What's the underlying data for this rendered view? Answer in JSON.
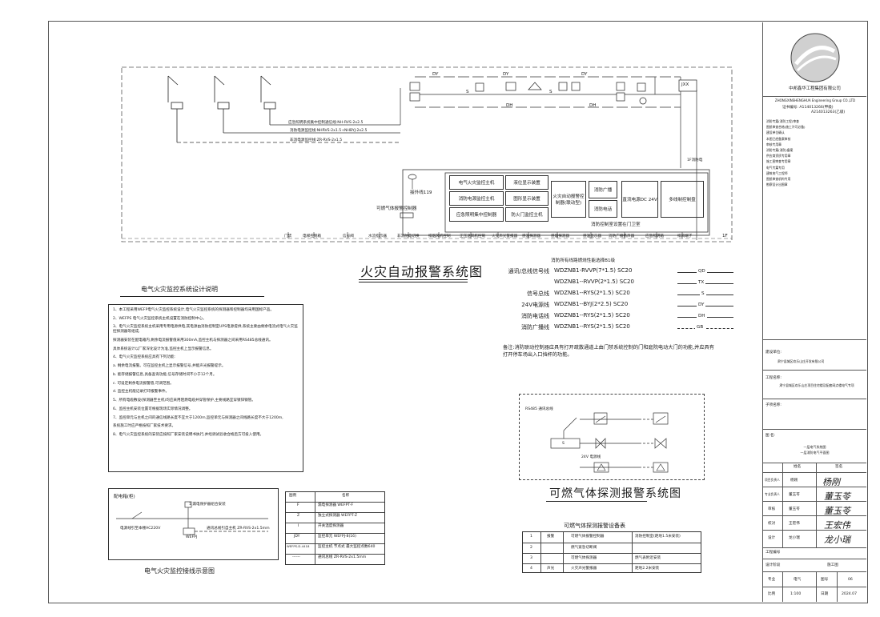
{
  "main_title": "火灾自动报警系统图",
  "gas_title": "可燃气体探测报警系统图",
  "gas_table_title": "可燃气体探测报警设备表",
  "wiring_title": "电气火灾监控接线示意图",
  "design_title": "电气火灾监控系统设计说明",
  "cable_table_title": "消防所有线路燃烧性能选择B1级",
  "note": "备注:消防联动控制器应具有打开疏散通道上由门禁系统控制的门和庭院电动大门的功能,并应具有打开停车场出入口挡杆的功能。",
  "feeders": {
    "nh": "应急照明系统集中控制通信线:NH-RVS-2x2.5",
    "fire": "消防电源监控线:NHRVS-2x1.5+NHBYJ-2x2.5",
    "non": "非消电源监控线:ZR-RVS-2x1.5"
  },
  "bus_labels": {
    "dy": "DY",
    "dh": "DH",
    "s": "S",
    "jxx": "JXX",
    "f1": "1F",
    "f1b": "1F消防电"
  },
  "control_room": {
    "caption": "消防控制室设置在门卫室",
    "phone": "接外线119",
    "gas_ctrl": "可燃气体报警控制器",
    "items": [
      "电气火灾监控主机",
      "消防电源监控主机",
      "应急照明集中控制器",
      "液位显示装置",
      "图形显示装置",
      "防火门监控主机"
    ],
    "linkage": "火灾自动报警控制器(联动型)",
    "broadcast": "消防广播",
    "tel": "消防电话",
    "power": "直流电源DC 24V",
    "multi": "多线制控制盘"
  },
  "bottom_legend": [
    "门禁",
    "电梯控制箱",
    "信号阀",
    "水流指示器",
    "非消防电切换",
    "排烟风机控制",
    "正压送风机控制",
    "火灾声光警报器",
    "感温探测器",
    "感烟探测器",
    "感温显示器",
    "消防广播扬声器",
    "应急照明箱",
    "排风端子"
  ],
  "cables": [
    {
      "label": "通讯/总线信号线",
      "spec": "WDZNB1-RVVP(7*1.5) SC20",
      "code": "QD"
    },
    {
      "label": "",
      "spec": "WDZNB1--RVVP(2*1.5) SC20",
      "code": "TX"
    },
    {
      "label": "信号总线",
      "spec": "WDZNB1--RYS(2*1.5) SC20",
      "code": "S"
    },
    {
      "label": "24V电源线",
      "spec": "WDZNB1--BYJ(2*2.5) SC20",
      "code": "DY"
    },
    {
      "label": "消防电话线",
      "spec": "WDZNB1--RYS(2*1.5) SC20",
      "code": "DH"
    },
    {
      "label": "消防广播线",
      "spec": "WDZNB1--RYS(2*1.5) SC20",
      "code": "GB"
    }
  ],
  "design_notes": [
    "1、本工程采用WEFP电气火灾监控系统设计,电气火灾监控系统的探测器和控制器均采用国标产品。",
    "2、WEFPS 电气火灾监控系统主机设置在消防控制中心。",
    "3、电气火灾监控系统主机采用专用电源供电,其电源由消防控制室UPS电源提供,系统主要由剩余电流式电气火灾监控探测器等组成,",
    "   探测器安装在配电箱内,剩余电流报警值采用300mA,监控主机与探测器之间采用RS485总线通讯。",
    "   具体系统设计以厂家深化设计为准,监控主机上显示报警信息。",
    "4、电气火灾监控系统应具有下列功能:",
    "   a. 剩余电流报警。可在监控主机上显示报警信号,并能声光报警提示。",
    "   b. 能存储报警信息,具备查询功能,信号存储时间不小于12个月。",
    "   c. 可设定剩余电流报警值,可调范围。",
    "   d. 监控主机能记录打印报警事件。",
    "5、所有电缆敷设(探测器至主机)均应采用阻燃电缆并穿管保护,主要线路宜穿镀锌钢管。",
    "6、监控主机安装位置可根据现场实际情况调整。",
    "7、监控单元与主机之间的通信线路长度不宜大于1200m,监控单元与探测器之间线路长度不大于1200m,",
    "   系统施工时应严格按照厂家技术要求。",
    "8、电气火灾监控系统的安装应按照厂家安装说明书执行,并经调试验收合格后方可投入使用。"
  ],
  "wiring": {
    "legend": "配电箱(柜)",
    "k1": "1 漏电保护器组合安装",
    "supply": "电源线引至本楼AC220V",
    "bus": "通讯总线引自主机 ZR-RVS-2x1.5mm",
    "dev": "WEFPJ"
  },
  "legend_table": {
    "h1": "图例",
    "h2": "名称",
    "rows": [
      {
        "sym": "F",
        "name": "漏电探测器 WEFPT-F"
      },
      {
        "sym": "Z",
        "name": "独立式探测器 WEFPT-Z"
      },
      {
        "sym": "I",
        "name": "开关温度探测器"
      },
      {
        "sym": "JDY",
        "name": "监控单元 WEFPJ-8(16)"
      },
      {
        "sym": "WEFPS-D-4418",
        "name": "监控主机 节点式 最大监控点数640"
      },
      {
        "sym": "------",
        "name": "通讯总线 ZR-RVS-2x1.5mm"
      }
    ]
  },
  "gas_diagram": {
    "rs485": "RS485 通讯总线",
    "v24": "24V 电源线",
    "s": "S"
  },
  "gas_table": [
    {
      "no": "1",
      "sym": "报警",
      "name": "可燃气体报警控制器",
      "note": "消防控制室(距地1.5米安装)"
    },
    {
      "no": "2",
      "sym": "",
      "name": "燃气紧急切断阀",
      "note": ""
    },
    {
      "no": "3",
      "sym": "",
      "name": "可燃气体探测器",
      "note": "燃气表附近安装"
    },
    {
      "no": "4",
      "sym": "声光",
      "name": "火灾声光警报器",
      "note": "距地2.2米安装"
    }
  ],
  "title_block": {
    "company_cn": "中邦鑫华工程集团有限公司",
    "company_en": "ZHONGXINSHENGHUA Engineering Group CO.,LTD",
    "cert1": "证书编号: A114013266(甲级)",
    "cert2": "A214013263(乙级)",
    "seals": [
      "消防专篇(消防工程)审查",
      "图纸审查合格(施工许可必备)",
      "建设单位确认",
      "本图已经备案审核",
      "审核专用章",
      "消防专篇(消防)备案",
      "供应商资质专用章",
      "施工图审查专用章",
      "电气专篇专用",
      "建筑电气工程师",
      "图纸审查机构专用",
      "勘察设计出图章"
    ],
    "client_label": "建设单位:",
    "client": "肃宁县城区欢乐山庄开发有限公司",
    "project_label": "工程名称:",
    "project": "肃宁县城区欢乐山庄项目住宅楼及配套网点楼电气专项",
    "sub_label": "子项名称:",
    "drawing_label": "图 名:",
    "drawing1": "一层电气系统图",
    "drawing2": "一层消防电气平面图",
    "h_name": "姓名",
    "h_sign": "签名",
    "roles": [
      "项目负责人",
      "专业负责人",
      "审核",
      "校对",
      "设计"
    ],
    "names": [
      "杨刚",
      "董玉苓",
      "董玉苓",
      "王宏伟",
      "龙小瑞"
    ],
    "signs": [
      "杨刚",
      "董玉苓",
      "董玉苓",
      "王宏伟",
      "龙小瑞"
    ],
    "proj_no_label": "工程编号",
    "stage_label": "设计阶段",
    "stage": "施工图",
    "spec_label": "专业",
    "spec": "电气",
    "no_label": "图号",
    "no": "06",
    "scale_label": "比例",
    "scale": "1:100",
    "date_label": "日期",
    "date": "2024.07"
  }
}
